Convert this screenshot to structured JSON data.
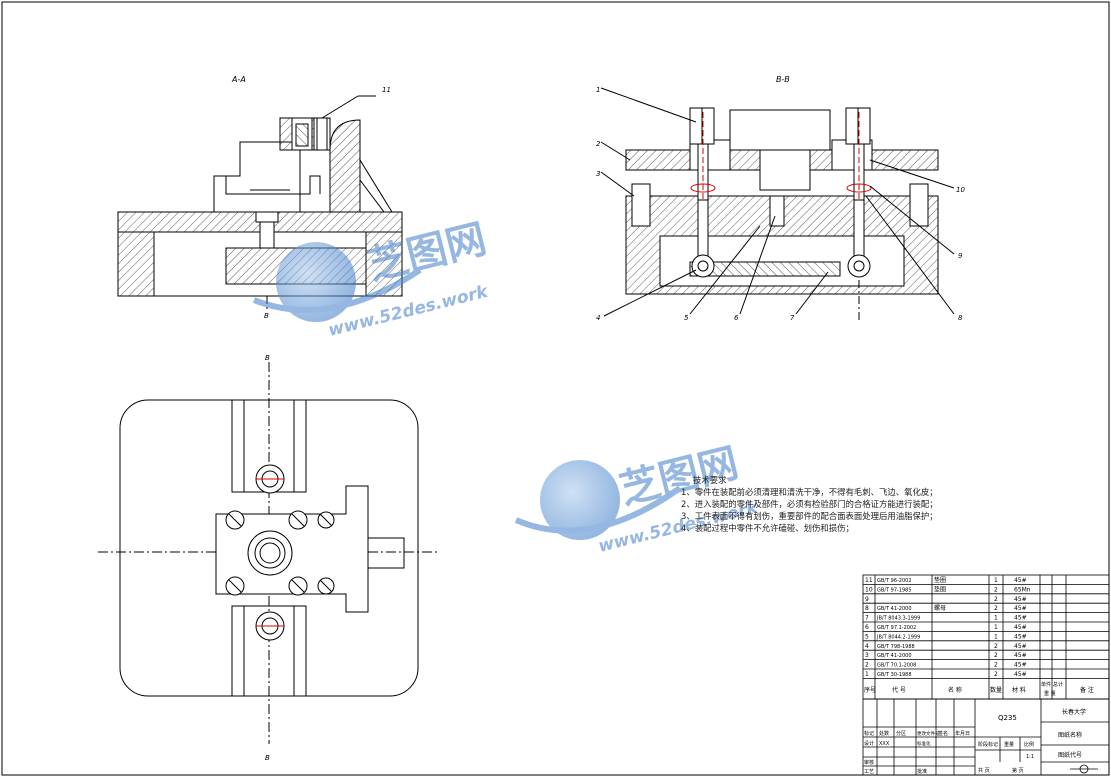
{
  "views": {
    "section_a": "A-A",
    "section_b": "B-B",
    "cut_marker": "B"
  },
  "callouts": [
    "1",
    "2",
    "3",
    "4",
    "5",
    "6",
    "7",
    "8",
    "9",
    "10",
    "11"
  ],
  "watermark": {
    "brand": "芝图网",
    "url": "www.52des.work"
  },
  "tech_notes": {
    "title": "技术要求",
    "items": [
      "1、零件在装配前必须清理和清洗干净，不得有毛刺、飞边、氧化皮；",
      "2、进入装配的零件及部件，必须有检验部门的合格证方能进行装配；",
      "3、工件表面不得有划伤，重要部件的配合面表面处理后用油脂保护；",
      "4、装配过程中零件不允许磕碰、划伤和损伤；"
    ]
  },
  "bom": {
    "rows": [
      {
        "no": "11",
        "code": "GB/T 96-2002",
        "name": "垫圈",
        "qty": "1",
        "mat": "45#"
      },
      {
        "no": "10",
        "code": "GB/T 97-1985",
        "name": "垫圈",
        "qty": "2",
        "mat": "65Mn"
      },
      {
        "no": "9",
        "code": "",
        "name": "",
        "qty": "2",
        "mat": "45#"
      },
      {
        "no": "8",
        "code": "GB/T 41-2000",
        "name": "螺母",
        "qty": "2",
        "mat": "45#"
      },
      {
        "no": "7",
        "code": "JB/T 8043.3-1999",
        "name": "",
        "qty": "1",
        "mat": "45#"
      },
      {
        "no": "6",
        "code": "GB/T 97.1-2002",
        "name": "",
        "qty": "1",
        "mat": "45#"
      },
      {
        "no": "5",
        "code": "JB/T 8044.2-1999",
        "name": "",
        "qty": "1",
        "mat": "45#"
      },
      {
        "no": "4",
        "code": "GB/T 798-1988",
        "name": "",
        "qty": "2",
        "mat": "45#"
      },
      {
        "no": "3",
        "code": "GB/T 41-2000",
        "name": "",
        "qty": "2",
        "mat": "45#"
      },
      {
        "no": "2",
        "code": "GB/T 70.1-2008",
        "name": "",
        "qty": "2",
        "mat": "45#"
      },
      {
        "no": "1",
        "code": "GB/T 30-1988",
        "name": "",
        "qty": "2",
        "mat": "45#"
      }
    ],
    "header": {
      "no": "序号",
      "code": "代 号",
      "name": "名 称",
      "qty": "数量",
      "mat": "材 料",
      "unit_weight": "单件",
      "total_weight": "总计",
      "weight": "重 量",
      "remark": "备 注"
    }
  },
  "title_block": {
    "material": "Q235",
    "school": "长春大学",
    "drawing_name": "图纸名称",
    "drawing_code": "图纸代号",
    "stage_mark": "阶段标记",
    "weight": "重量",
    "scale_label": "比例",
    "scale": "1:1",
    "sheets_total": "共 页",
    "sheet_no": "第 页",
    "mark": "标记",
    "count": "处数",
    "zone": "分区",
    "change_doc": "更改文件号",
    "sign": "签名",
    "date": "年月日",
    "design": "设计",
    "standardize": "标准化",
    "review": "审核",
    "process": "工艺",
    "approve": "批准",
    "designer": "XXX"
  }
}
